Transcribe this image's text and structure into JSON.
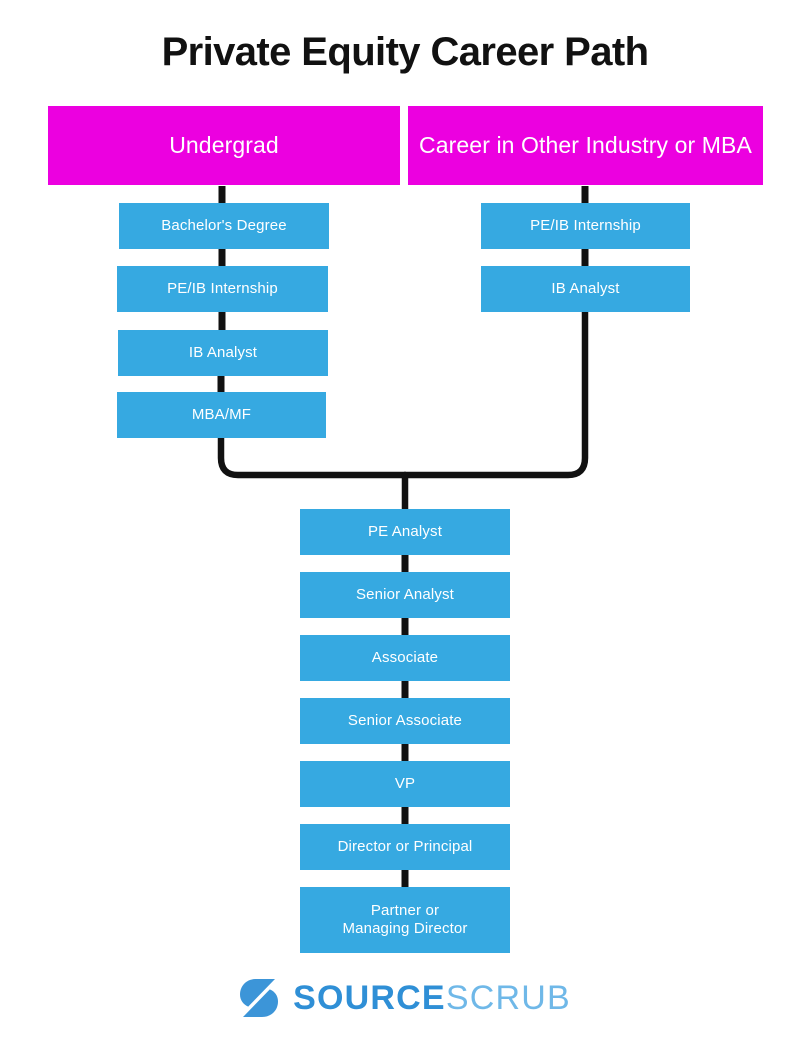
{
  "page": {
    "title": "Private Equity Career Path",
    "background": "#ffffff"
  },
  "colors": {
    "stage": "#ec00e0",
    "step": "#36a9e1",
    "connector": "#111111",
    "title_text": "#111111",
    "node_text": "#ffffff",
    "logo_primary": "#2f8fd6",
    "logo_secondary": "#6fb8e8"
  },
  "diagram": {
    "type": "flowchart",
    "stages": [
      {
        "id": "undergrad",
        "label": "Undergrad"
      },
      {
        "id": "other-career",
        "label": "Career in Other Industry or MBA"
      }
    ],
    "branches": [
      {
        "id": "undergrad-branch",
        "parent": "undergrad",
        "steps": [
          {
            "label": "Bachelor's Degree"
          },
          {
            "label": "PE/IB Internship"
          },
          {
            "label": "IB Analyst"
          },
          {
            "label": "MBA/MF"
          }
        ]
      },
      {
        "id": "other-career-branch",
        "parent": "other-career",
        "steps": [
          {
            "label": "PE/IB Internship"
          },
          {
            "label": "IB Analyst"
          }
        ]
      }
    ],
    "merged_track": {
      "id": "pe-track",
      "steps": [
        {
          "label": "PE Analyst"
        },
        {
          "label": "Senior Analyst"
        },
        {
          "label": "Associate"
        },
        {
          "label": "Senior Associate"
        },
        {
          "label": "VP"
        },
        {
          "label": "Director or Principal"
        },
        {
          "label": "Partner or Managing Director"
        }
      ]
    }
  },
  "logo": {
    "mark": "sourcescrub-s-mark",
    "word_primary": "SOURCE",
    "word_secondary": "SCRUB"
  }
}
